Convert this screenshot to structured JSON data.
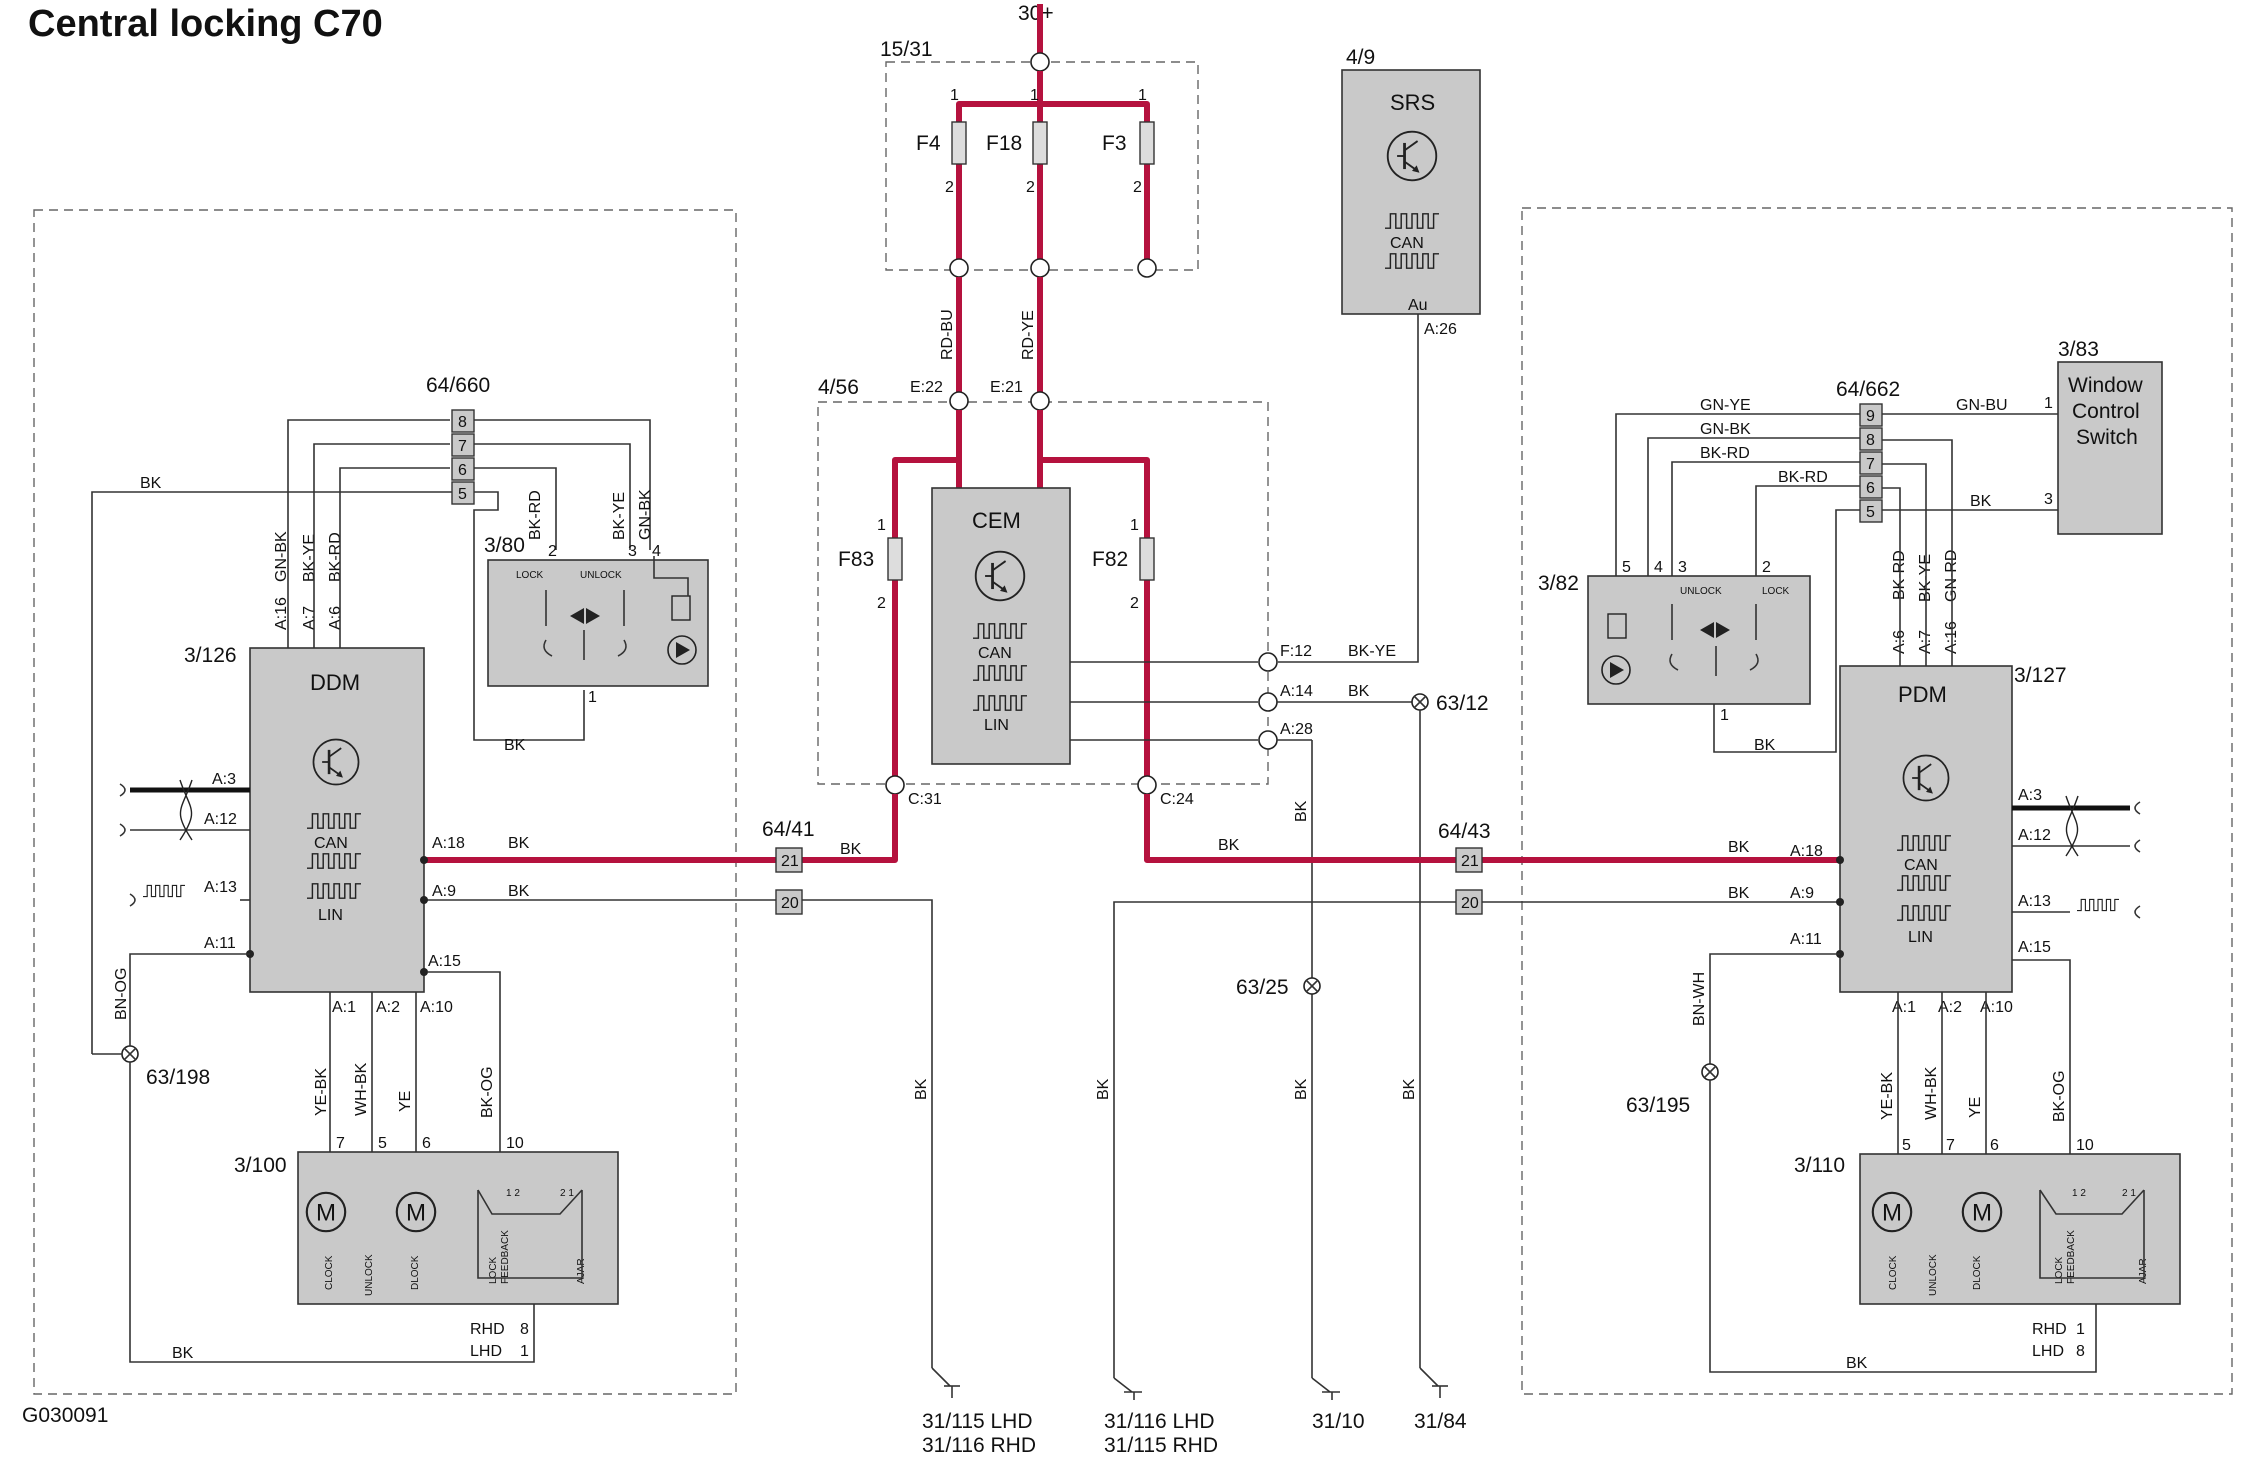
{
  "title": "Central locking C70",
  "footer_id": "G030091",
  "supply": "30+",
  "fusebox": {
    "ref": "15/31",
    "fuses": [
      "F4",
      "F18",
      "F3"
    ],
    "pin_top": "1",
    "pin_bottom": "2"
  },
  "srs": {
    "ref": "4/9",
    "name": "SRS",
    "can": "CAN",
    "pin_au": "Au",
    "pin_a": "A:26"
  },
  "cem": {
    "ref": "4/56",
    "name": "CEM",
    "can": "CAN",
    "lin": "LIN",
    "fuse_left": "F83",
    "fuse_right": "F82",
    "pins": {
      "e22": "E:22",
      "e21": "E:21",
      "c31": "C:31",
      "c24": "C:24",
      "f12": "F:12",
      "a14": "A:14",
      "a28": "A:28"
    },
    "wires": {
      "rdbu": "RD-BU",
      "rdye": "RD-YE",
      "bkye": "BK-YE",
      "bk": "BK"
    }
  },
  "ddm": {
    "ref": "3/126",
    "name": "DDM",
    "can": "CAN",
    "lin": "LIN",
    "pins": {
      "a3": "A:3",
      "a12": "A:12",
      "a13": "A:13",
      "a11": "A:11",
      "a18": "A:18",
      "a9": "A:9",
      "a15": "A:15",
      "a1": "A:1",
      "a2": "A:2",
      "a10": "A:10",
      "a16": "A:16",
      "a7": "A:7",
      "a6": "A:6"
    },
    "wires": {
      "gnbk": "GN-BK",
      "bkye": "BK-YE",
      "bkrd": "BK-RD",
      "bk": "BK",
      "bnog": "BN-OG",
      "yebk": "YE-BK",
      "whbk": "WH-BK",
      "ye": "YE",
      "bkog": "BK-OG"
    }
  },
  "pdm": {
    "ref": "3/127",
    "name": "PDM",
    "can": "CAN",
    "lin": "LIN",
    "pins": {
      "a3": "A:3",
      "a12": "A:12",
      "a13": "A:13",
      "a15": "A:15",
      "a11": "A:11",
      "a18": "A:18",
      "a9": "A:9",
      "a1": "A:1",
      "a2": "A:2",
      "a10": "A:10",
      "a6": "A:6",
      "a7": "A:7",
      "a16": "A:16"
    },
    "wires": {
      "bkrd": "BK-RD",
      "bkye": "BK-YE",
      "gnrd": "GN-RD",
      "bk": "BK",
      "bnwh": "BN-WH",
      "yebk": "YE-BK",
      "whbk": "WH-BK",
      "ye": "YE",
      "bkog": "BK-OG"
    }
  },
  "conn_left": {
    "ref": "64/660",
    "pins": [
      "8",
      "7",
      "6",
      "5"
    ]
  },
  "conn_right": {
    "ref": "64/662",
    "pins": [
      "9",
      "8",
      "7",
      "6",
      "5"
    ],
    "wires": [
      "GN-YE",
      "GN-BK",
      "BK-RD",
      "BK-RD"
    ],
    "gnbu": "GN-BU",
    "bk": "BK"
  },
  "switch_left": {
    "ref": "3/80",
    "lock": "LOCK",
    "unlock": "UNLOCK",
    "pins": [
      "2",
      "3",
      "4",
      "1"
    ],
    "wires": [
      "BK-RD",
      "BK-YE",
      "GN-BK"
    ]
  },
  "switch_right": {
    "ref": "3/82",
    "lock": "LOCK",
    "unlock": "UNLOCK",
    "pins": [
      "5",
      "4",
      "3",
      "2",
      "1"
    ]
  },
  "window_switch": {
    "ref": "3/83",
    "lines": [
      "Window",
      "Control",
      "Switch"
    ],
    "pin1": "1",
    "pin3": "3"
  },
  "lock_left": {
    "ref": "3/100",
    "pins": [
      "7",
      "5",
      "6",
      "10"
    ],
    "labels": {
      "clock": "CLOCK",
      "unlock": "UNLOCK",
      "dlock": "DLOCK",
      "feedback1": "LOCK",
      "feedback2": "FEEDBACK",
      "ajar": "AJAR",
      "sw1": "1 2",
      "sw2": "2 1"
    },
    "rhd": "RHD",
    "rhd_pin": "8",
    "lhd": "LHD",
    "lhd_pin": "1"
  },
  "lock_right": {
    "ref": "3/110",
    "pins": [
      "5",
      "7",
      "6",
      "10"
    ],
    "labels": {
      "clock": "CLOCK",
      "unlock": "UNLOCK",
      "dlock": "DLOCK",
      "feedback1": "LOCK",
      "feedback2": "FEEDBACK",
      "ajar": "AJAR",
      "sw1": "1 2",
      "sw2": "2 1"
    },
    "rhd": "RHD",
    "rhd_pin": "1",
    "lhd": "LHD",
    "lhd_pin": "8"
  },
  "can_conn_left": {
    "ref": "64/41",
    "pins": [
      "21",
      "20"
    ]
  },
  "can_conn_right": {
    "ref": "64/43",
    "pins": [
      "21",
      "20"
    ]
  },
  "splices": {
    "s63_12": "63/12",
    "s63_25": "63/25",
    "s63_198": "63/198",
    "s63_195": "63/195"
  },
  "grounds": {
    "g1a": "31/115 LHD",
    "g1b": "31/116 RHD",
    "g2a": "31/116 LHD",
    "g2b": "31/115 RHD",
    "g3": "31/10",
    "g4": "31/84"
  },
  "wire_bk": "BK",
  "colors": {
    "power": "#b5123e",
    "wire": "#333333",
    "module": "#c9c9c9",
    "frame": "#666666"
  }
}
